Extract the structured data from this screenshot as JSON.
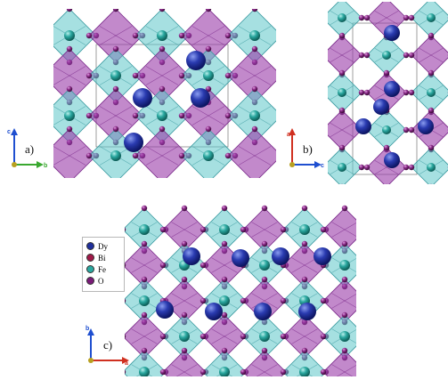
{
  "panels": [
    {
      "id": "a",
      "label": "a)",
      "axes": {
        "vertical": "c",
        "horizontal": "b"
      }
    },
    {
      "id": "b",
      "label": "b)",
      "axes": {
        "vertical": "a",
        "horizontal": "c"
      }
    },
    {
      "id": "c",
      "label": "c)",
      "axes": {
        "vertical": "b",
        "horizontal": "a"
      }
    }
  ],
  "legend": {
    "items": [
      {
        "label": "Dy",
        "color": "#1f2f9c"
      },
      {
        "label": "Bi",
        "color": "#a01848"
      },
      {
        "label": "Fe",
        "color": "#2aa8a0"
      },
      {
        "label": "O",
        "color": "#7a1a78"
      }
    ]
  },
  "colors": {
    "fe_octa": "#5cc6c8",
    "bi_octa": "#9a3aa8",
    "dy": "#1f2f9c",
    "fe": "#2aa8a0",
    "o": "#7a1a78",
    "axis_vertical_a": "#d03020",
    "axis_vertical": "#1f4fd0",
    "axis_horizontal": "#3aa830",
    "axis_origin": "#b8a020"
  }
}
